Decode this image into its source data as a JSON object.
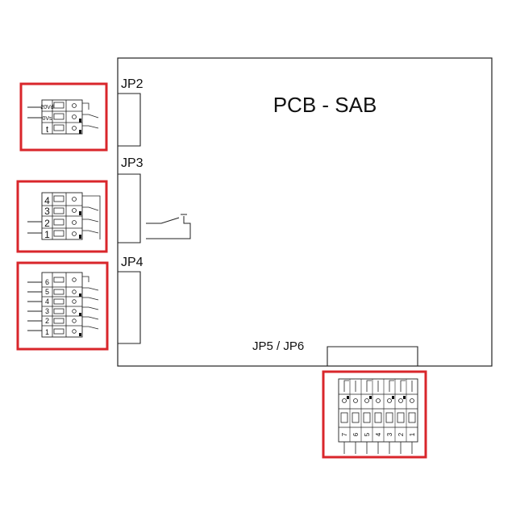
{
  "board": {
    "title": "PCB - SAB",
    "jp2_label": "JP2",
    "jp3_label": "JP3",
    "jp4_label": "JP4",
    "jp56_label": "JP5 / JP6"
  },
  "terminals": {
    "jp2": [
      "20Vd",
      "0Vs",
      "t"
    ],
    "jp3": [
      "4",
      "3",
      "2",
      "1"
    ],
    "jp4": [
      "6",
      "5",
      "4",
      "3",
      "2",
      "1"
    ],
    "jp56": [
      "7",
      "6",
      "5",
      "4",
      "3",
      "2",
      "1"
    ]
  },
  "colors": {
    "highlight": "#d9262b",
    "line": "#222222"
  }
}
